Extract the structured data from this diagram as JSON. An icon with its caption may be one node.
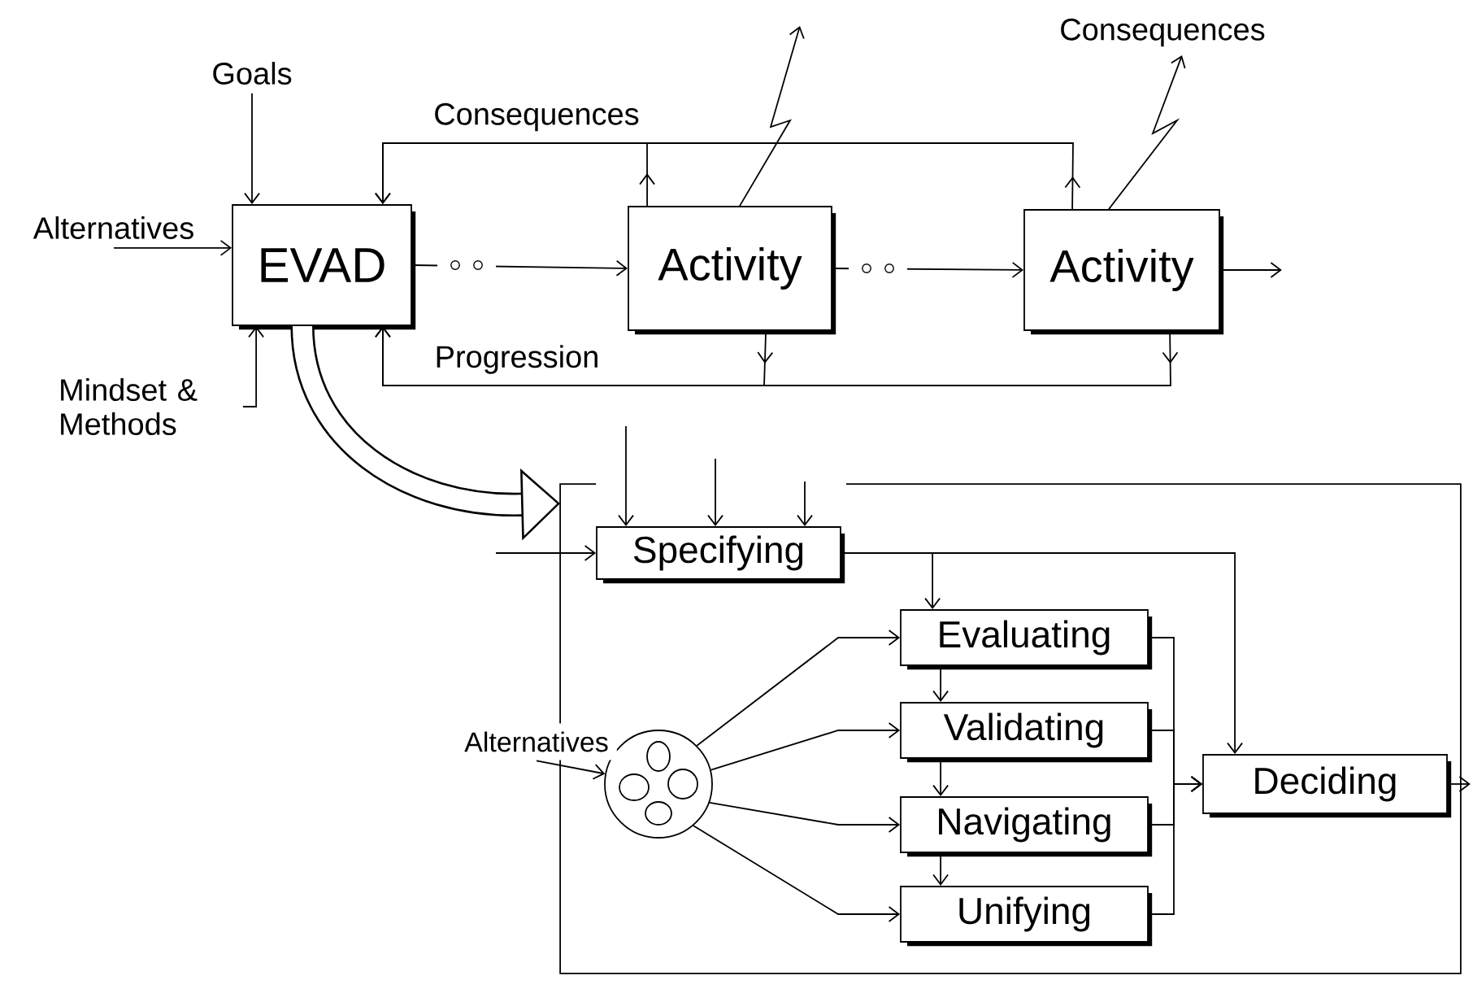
{
  "diagram": {
    "nodes": [
      {
        "text": [
          "Goals"
        ]
      },
      {
        "text": [
          "Alternatives"
        ]
      },
      {
        "text": [
          "Mindset & Methods"
        ]
      },
      {
        "text": [
          "EVAD"
        ]
      },
      {
        "text": [
          "Activity"
        ]
      },
      {
        "text": [
          "Activity"
        ]
      },
      {
        "text": [
          "Consequences"
        ]
      },
      {
        "text": [],
        "shape": "box"
      },
      {
        "text": [
          "Specifying"
        ],
        "in": 7
      },
      {
        "text": [
          "Evaluating"
        ],
        "in": 7
      },
      {
        "text": [
          "Validating"
        ],
        "in": 7
      },
      {
        "text": [
          "Navigating"
        ],
        "in": 7
      },
      {
        "text": [
          "Unifying"
        ],
        "in": 7
      },
      {
        "text": [
          "Deciding"
        ],
        "in": 7
      },
      {
        "text": [],
        "shape": "circle",
        "in": 7
      },
      {
        "text": [
          "Alternatives"
        ]
      }
    ],
    "edges": [
      {
        "from": 0,
        "to": 3,
        "arrow": "to"
      },
      {
        "from": 1,
        "to": 3,
        "arrow": "to"
      },
      {
        "from": 2,
        "to": 3,
        "arrow": "to"
      },
      {
        "from": 3,
        "to": 4,
        "arrow": "to"
      },
      {
        "from": 4,
        "to": 5,
        "arrow": "to"
      },
      {
        "from": 5,
        "to": null,
        "arrow": "to"
      },
      {
        "from": 4,
        "to": 3,
        "arrow": "to",
        "label": "Consequences"
      },
      {
        "from": 5,
        "to": 3,
        "arrow": "to"
      },
      {
        "from": 4,
        "to": 3,
        "arrow": "to",
        "label": "Progression"
      },
      {
        "from": 5,
        "to": 3,
        "arrow": "to"
      },
      {
        "from": 4,
        "to": null,
        "arrow": "to"
      },
      {
        "from": 5,
        "to": 6,
        "arrow": "to"
      },
      {
        "from": null,
        "to": 8,
        "arrow": "to"
      },
      {
        "from": null,
        "to": 8,
        "arrow": "to"
      },
      {
        "from": null,
        "to": 8,
        "arrow": "to"
      },
      {
        "from": null,
        "to": 8,
        "arrow": "to"
      },
      {
        "from": 8,
        "to": 9,
        "arrow": "to"
      },
      {
        "from": 8,
        "to": 13,
        "arrow": "to"
      },
      {
        "from": 9,
        "to": 10,
        "arrow": "to"
      },
      {
        "from": 10,
        "to": 11,
        "arrow": "to"
      },
      {
        "from": 11,
        "to": 12,
        "arrow": "to"
      },
      {
        "from": 14,
        "to": 9,
        "arrow": "to"
      },
      {
        "from": 14,
        "to": 10,
        "arrow": "to"
      },
      {
        "from": 14,
        "to": 11,
        "arrow": "to"
      },
      {
        "from": 14,
        "to": 12,
        "arrow": "to"
      },
      {
        "from": 15,
        "to": 14,
        "arrow": "to"
      },
      {
        "from": 9,
        "to": 13,
        "arrow": "to"
      },
      {
        "from": 10,
        "to": 13,
        "arrow": "to"
      },
      {
        "from": 11,
        "to": 13,
        "arrow": "to"
      },
      {
        "from": 12,
        "to": 13,
        "arrow": "to"
      },
      {
        "from": 13,
        "to": null,
        "arrow": "to"
      },
      {
        "from": 3,
        "to": 7,
        "arrow": "to",
        "style": "thick"
      }
    ]
  }
}
